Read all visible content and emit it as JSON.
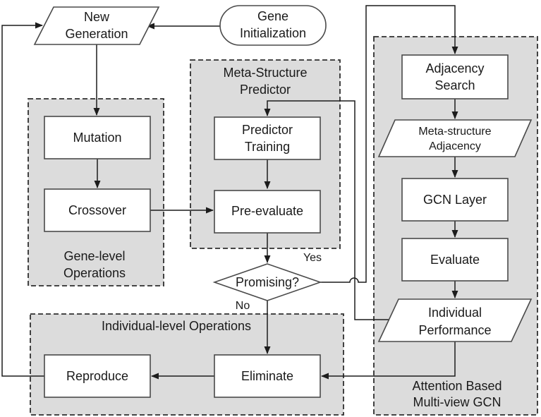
{
  "diagram": {
    "colors": {
      "region_fill": "#dcdcdc",
      "region_stroke": "#2f2f2f",
      "node_fill": "#ffffff",
      "node_stroke": "#4a4a4a",
      "edge_stroke": "#1c1c1c",
      "text_color": "#1a1a1a",
      "page_bg": "#ffffff"
    },
    "regions": {
      "gene_level": {
        "lines": [
          "Gene-level",
          "Operations"
        ]
      },
      "meta_structure": {
        "lines": [
          "Meta-Structure",
          "Predictor"
        ]
      },
      "individual_level": {
        "lines": [
          "Individual-level Operations"
        ]
      },
      "attention_gcn": {
        "lines": [
          "Attention Based",
          "Multi-view GCN"
        ]
      }
    },
    "nodes": {
      "new_generation": {
        "type": "parallelogram",
        "lines": [
          "New",
          "Generation"
        ]
      },
      "gene_initialization": {
        "type": "stadium",
        "lines": [
          "Gene",
          "Initialization"
        ]
      },
      "mutation": {
        "type": "rect",
        "lines": [
          "Mutation"
        ]
      },
      "crossover": {
        "type": "rect",
        "lines": [
          "Crossover"
        ]
      },
      "predictor_training": {
        "type": "rect",
        "lines": [
          "Predictor",
          "Training"
        ]
      },
      "pre_evaluate": {
        "type": "rect",
        "lines": [
          "Pre-evaluate"
        ]
      },
      "promising": {
        "type": "diamond",
        "lines": [
          "Promising?"
        ]
      },
      "adjacency_search": {
        "type": "rect",
        "lines": [
          "Adjacency",
          "Search"
        ]
      },
      "meta_structure_adjacency": {
        "type": "parallelogram",
        "lines": [
          "Meta-structure",
          "Adjacency"
        ]
      },
      "gcn_layer": {
        "type": "rect",
        "lines": [
          "GCN Layer"
        ]
      },
      "evaluate": {
        "type": "rect",
        "lines": [
          "Evaluate"
        ]
      },
      "individual_performance": {
        "type": "parallelogram",
        "lines": [
          "Individual",
          "Performance"
        ]
      },
      "reproduce": {
        "type": "rect",
        "lines": [
          "Reproduce"
        ]
      },
      "eliminate": {
        "type": "rect",
        "lines": [
          "Eliminate"
        ]
      }
    },
    "edge_labels": {
      "yes": "Yes",
      "no": "No"
    },
    "edges": [
      {
        "from": "gene-initialization",
        "to": "new-generation"
      },
      {
        "from": "new-generation",
        "to": "mutation"
      },
      {
        "from": "mutation",
        "to": "crossover"
      },
      {
        "from": "crossover",
        "to": "pre-evaluate"
      },
      {
        "from": "predictor-training",
        "to": "pre-evaluate"
      },
      {
        "from": "pre-evaluate",
        "to": "promising"
      },
      {
        "from": "promising",
        "to": "adjacency-search",
        "label": "Yes"
      },
      {
        "from": "promising",
        "to": "eliminate",
        "label": "No"
      },
      {
        "from": "adjacency-search",
        "to": "meta-structure-adjacency"
      },
      {
        "from": "meta-structure-adjacency",
        "to": "gcn-layer"
      },
      {
        "from": "gcn-layer",
        "to": "evaluate"
      },
      {
        "from": "evaluate",
        "to": "individual-performance"
      },
      {
        "from": "individual-performance",
        "to": "eliminate"
      },
      {
        "from": "individual-performance",
        "to": "predictor-training"
      },
      {
        "from": "eliminate",
        "to": "reproduce"
      },
      {
        "from": "reproduce",
        "to": "new-generation"
      }
    ]
  }
}
